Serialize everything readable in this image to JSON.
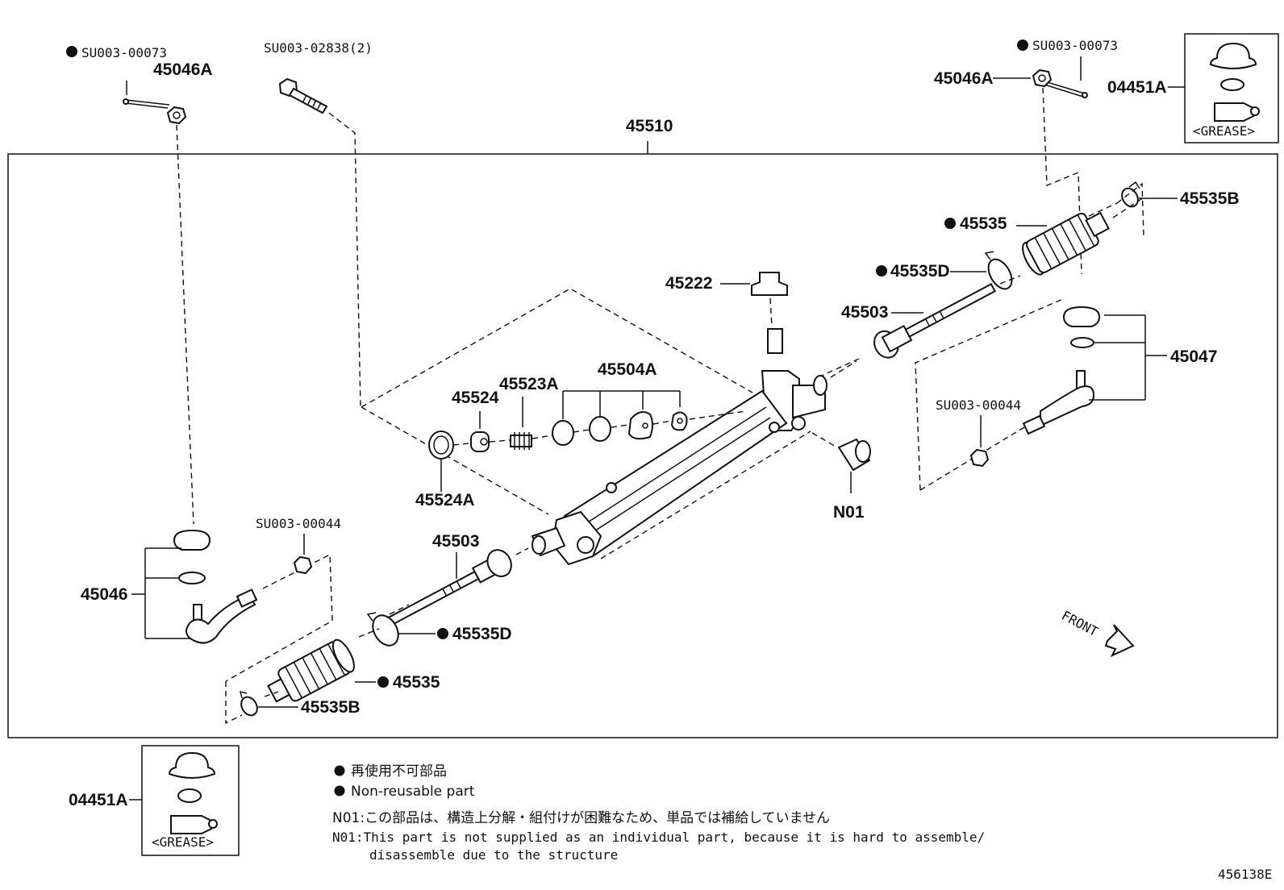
{
  "diagram": {
    "assembly_label": "45510",
    "figure_code": "456138E",
    "front_label": "FRONT",
    "labels": {
      "su_00073_left": "SU003-00073",
      "su_00073_right": "SU003-00073",
      "nut_left": "45046A",
      "nut_right": "45046A",
      "bolt": "SU003-02838(2)",
      "kit_right": "04451A",
      "kit_left": "04451A",
      "grease_right": "<GREASE>",
      "grease_left": "<GREASE>",
      "clamp_b_right": "45535B",
      "boot_right": "45535",
      "clamp_d_right": "45535D",
      "pinion": "45222",
      "tierod_right": "45503",
      "tie_end_right": "45047",
      "su_00044_right": "SU003-00044",
      "n01": "N01",
      "guide_set": "45504A",
      "spring_45523a": "45523A",
      "plug_45524": "45524",
      "cap_45524a": "45524A",
      "tierod_left": "45503",
      "tie_end_left": "45046",
      "su_00044_left": "SU003-00044",
      "clamp_d_left": "45535D",
      "boot_left": "45535",
      "clamp_b_left": "45535B"
    }
  },
  "notes": {
    "jp_nonreusable": "再使用不可部品",
    "en_nonreusable": "Non-reusable part",
    "jp_n01": "N01:この部品は、構造上分解・組付けが困難なため、単品では補給していません",
    "en_n01_line1": "N01:This part is not supplied as an individual part, because it is hard to assemble/",
    "en_n01_line2": "disassemble due to the structure"
  },
  "colors": {
    "ink": "#111111",
    "background": "#ffffff"
  }
}
